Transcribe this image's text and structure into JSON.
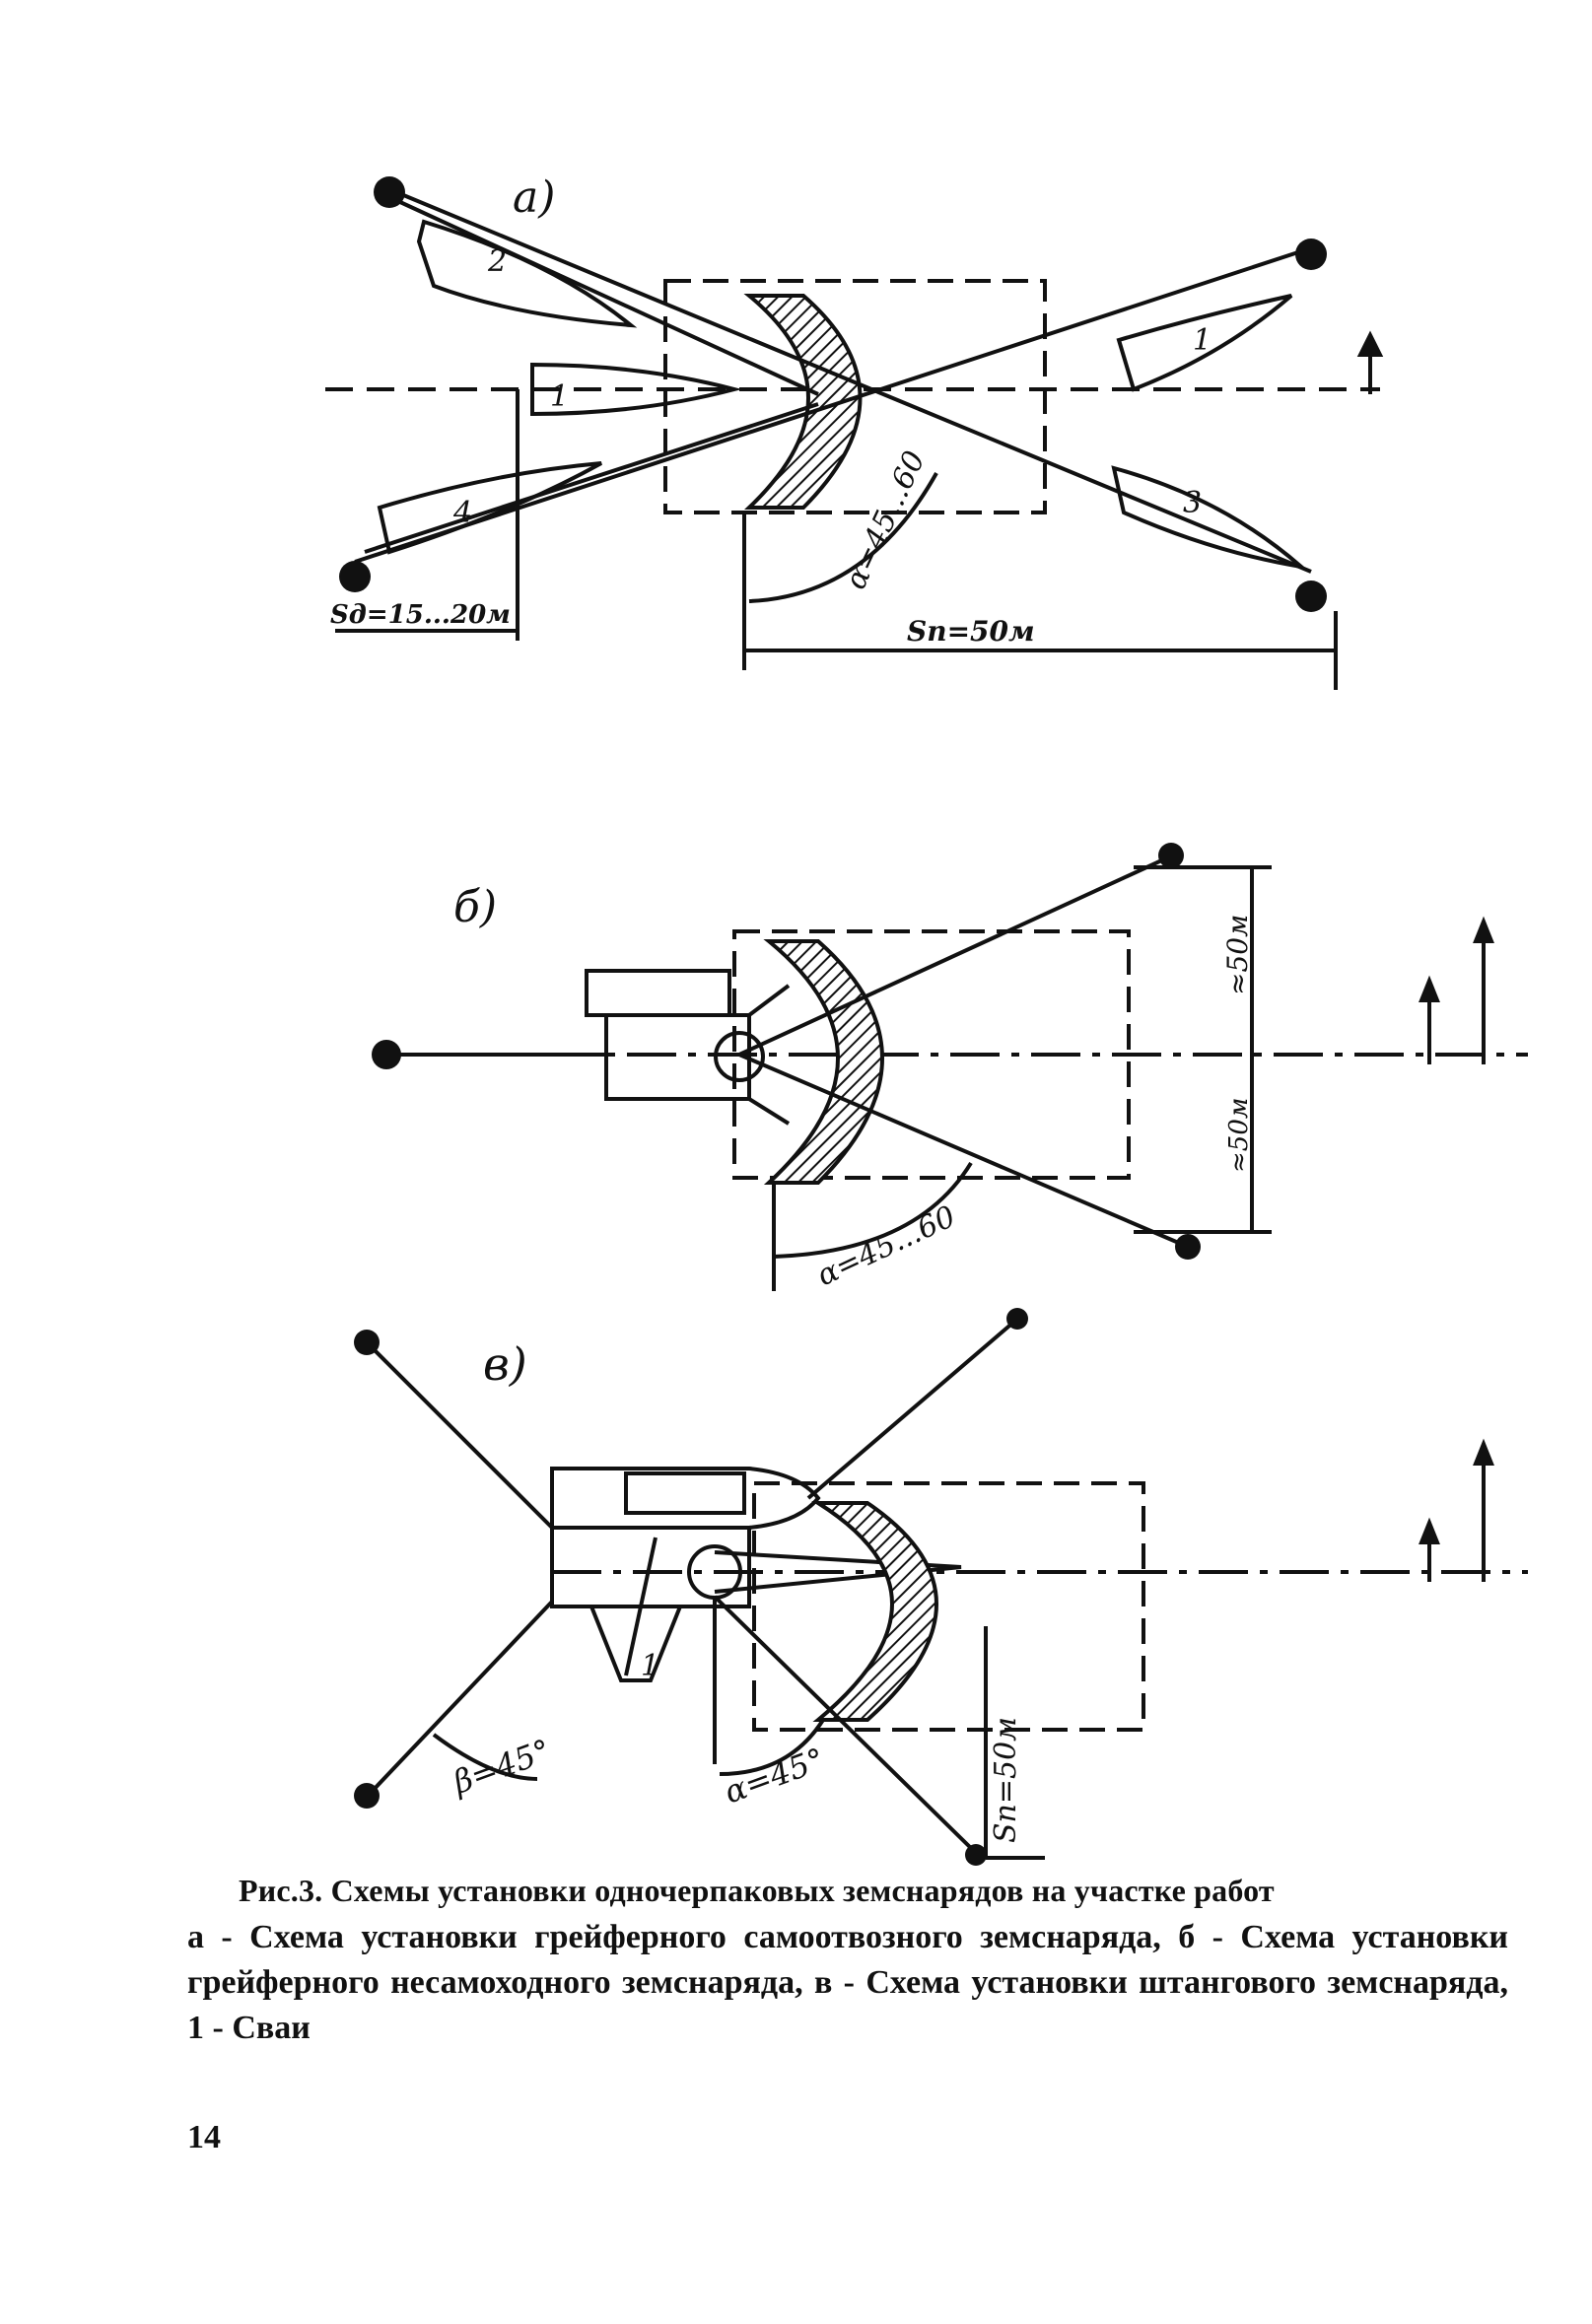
{
  "figure": {
    "panel_a": {
      "label": "а)",
      "anchors": [
        "1",
        "2",
        "3",
        "4"
      ],
      "span_left": "Sд=15...20м",
      "span_right": "Sп=50м",
      "angle": "α=45...60"
    },
    "panel_b": {
      "label": "б)",
      "dim_top": "≈50м",
      "dim_bottom": "≈50м",
      "angle": "α=45...60"
    },
    "panel_v": {
      "label": "в)",
      "pile": "1",
      "angle_beta": "β=45°",
      "angle_alpha": "α=45°",
      "span": "Sп=50м"
    }
  },
  "caption": {
    "title": "Рис.3. Схемы установки одночерпаковых земснарядов на участке работ",
    "body": "а - Схема установки грейферного самоотвозного земснаряда, б - Схема установки грейферного несамоходного земснаряда, в - Схема установки штангового земснаряда, 1 - Сваи"
  },
  "page_number": "14"
}
